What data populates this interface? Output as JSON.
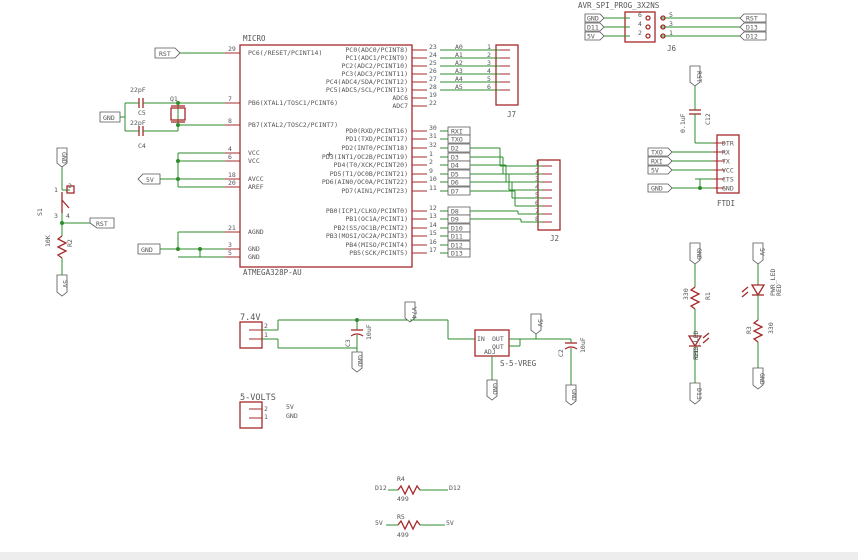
{
  "mcu": {
    "name": "MICRO",
    "value": "ATMEGA328P-AU",
    "left_pins": [
      {
        "num": "29",
        "label": "PC6(/RESET/PCINT14)"
      },
      {
        "num": "7",
        "label": "PB6(XTAL1/TOSC1/PCINT6)"
      },
      {
        "num": "8",
        "label": "PB7(XTAL2/TOSC2/PCINT7)"
      },
      {
        "num": "4",
        "label": "VCC"
      },
      {
        "num": "6",
        "label": "VCC"
      },
      {
        "num": "18",
        "label": "AVCC"
      },
      {
        "num": "20",
        "label": "AREF"
      },
      {
        "num": "21",
        "label": "AGND"
      },
      {
        "num": "3",
        "label": "GND"
      },
      {
        "num": "5",
        "label": "GND"
      }
    ],
    "right_pins": [
      {
        "num": "23",
        "label": "PC0(ADC0/PCINT8)"
      },
      {
        "num": "24",
        "label": "PC1(ADC1/PCINT9)"
      },
      {
        "num": "25",
        "label": "PC2(ADC2/PCINT10)"
      },
      {
        "num": "26",
        "label": "PC3(ADC3/PCINT11)"
      },
      {
        "num": "27",
        "label": "PC4(ADC4/SDA/PCINT12)"
      },
      {
        "num": "28",
        "label": "PC5(ADC5/SCL/PCINT13)"
      },
      {
        "num": "19",
        "label": "ADC6"
      },
      {
        "num": "22",
        "label": "ADC7"
      },
      {
        "num": "30",
        "label": "PD0(RXD/PCINT16)"
      },
      {
        "num": "31",
        "label": "PD1(TXD/PCINT17)"
      },
      {
        "num": "32",
        "label": "PD2(INT0/PCINT18)"
      },
      {
        "num": "1",
        "label": "PD3(INT1/OC2B/PCINT19)"
      },
      {
        "num": "2",
        "label": "PD4(T0/XCK/PCINT20)"
      },
      {
        "num": "9",
        "label": "PD5(T1/OC0B/PCINT21)"
      },
      {
        "num": "10",
        "label": "PD6(AIN0/OC0A/PCINT22)"
      },
      {
        "num": "11",
        "label": "PD7(AIN1/PCINT23)"
      },
      {
        "num": "12",
        "label": "PB0(ICP1/CLKO/PCINT0)"
      },
      {
        "num": "13",
        "label": "PB1(OC1A/PCINT1)"
      },
      {
        "num": "14",
        "label": "PB2(SS/OC1B/PCINT2)"
      },
      {
        "num": "15",
        "label": "PB3(MOSI/OC2A/PCINT3)"
      },
      {
        "num": "16",
        "label": "PB4(MISO/PCINT4)"
      },
      {
        "num": "17",
        "label": "PB5(SCK/PCINT5)"
      }
    ],
    "analog_nets": [
      "A0",
      "A1",
      "A2",
      "A3",
      "A4",
      "A5"
    ],
    "digital_nets": [
      "RXI",
      "TXO",
      "D2",
      "D3",
      "D4",
      "D5",
      "D6",
      "D7",
      "D8",
      "D9",
      "D10",
      "D11",
      "D12",
      "D13"
    ],
    "power_tags": {
      "rst": "RST",
      "gnd": "GND",
      "vcc": "5V"
    }
  },
  "crystal": {
    "name": "Q1",
    "caps": [
      {
        "name": "C5",
        "value": "22pF"
      },
      {
        "name": "C4",
        "value": "22pF"
      }
    ],
    "gnd": "GND"
  },
  "reset": {
    "switch": "S1",
    "resistor": {
      "name": "R2",
      "value": "10K"
    },
    "pins": [
      "1",
      "2",
      "3",
      "4"
    ],
    "tags": {
      "gnd": "GND",
      "rst": "RST",
      "vcc": "5V"
    }
  },
  "headers": {
    "j7": {
      "name": "J7",
      "pins": [
        "1",
        "2",
        "3",
        "4",
        "5",
        "6"
      ]
    },
    "j2": {
      "name": "J2",
      "pins": [
        "1",
        "2",
        "3",
        "4",
        "5",
        "6",
        "7",
        "8"
      ]
    },
    "j6": {
      "name": "J6",
      "title": "AVR_SPI_PROG_3X2NS",
      "left": [
        "GND",
        "D11",
        "5V"
      ],
      "right": [
        "RST",
        "D13",
        "D12"
      ],
      "pins_left": [
        "6",
        "4",
        "2"
      ],
      "pins_right": [
        "5",
        "3",
        "1"
      ]
    },
    "ftdi": {
      "name": "FTDI",
      "pins": [
        "DTR",
        "RX",
        "TX",
        "VCC",
        "CTS",
        "GND"
      ],
      "nets": [
        "RST",
        "TXO",
        "RXI",
        "5V",
        "GND"
      ],
      "cap": {
        "name": "C12",
        "value": "0.1uF"
      }
    }
  },
  "power": {
    "battery": {
      "name": "7.4V",
      "pins": [
        "2",
        "1"
      ]
    },
    "cap3": {
      "name": "C3",
      "value": "10uF"
    },
    "vin_tag": "V74",
    "regulator": {
      "label": "S-5-VREG",
      "in": "IN",
      "out": "OUT",
      "adj": "ADJ",
      "out2": "OUT"
    },
    "cap2": {
      "name": "C2",
      "value": "10uF"
    },
    "gnd": "GND",
    "vout_tag": "5V",
    "five_volts": {
      "name": "5-VOLTS",
      "pins": [
        "2",
        "1"
      ],
      "nets": [
        "5V",
        "GND"
      ]
    }
  },
  "leds": {
    "d13": {
      "r": {
        "name": "R1",
        "value": "330"
      },
      "led": {
        "name": "D13_LED",
        "value": "RED"
      },
      "nets": [
        "GND",
        "D13"
      ]
    },
    "pwr": {
      "r": {
        "name": "R3",
        "value": "330"
      },
      "led": {
        "name": "PWR_LED",
        "value": "RED"
      },
      "nets": [
        "5V",
        "GND"
      ]
    }
  },
  "resistors": [
    {
      "name": "R4",
      "value": "499",
      "left": "D12",
      "right": "D12"
    },
    {
      "name": "R5",
      "value": "499",
      "left": "5V",
      "right": "5V"
    }
  ],
  "colors": {
    "wire": "#2e8b2e",
    "part": "#a52a2a",
    "text": "#555555"
  }
}
